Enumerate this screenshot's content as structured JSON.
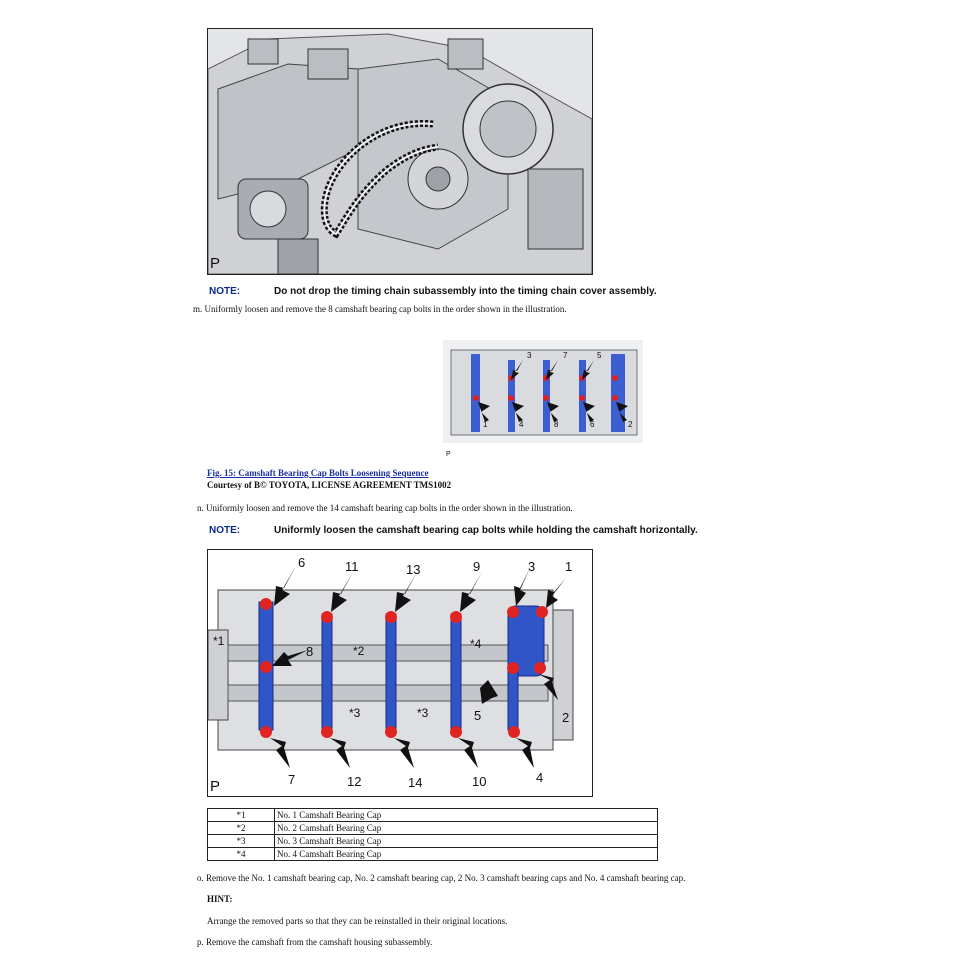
{
  "figure1": {
    "corner_label": "P"
  },
  "note1": {
    "label": "NOTE:",
    "text": "Do not drop the timing chain subassembly into the timing chain cover assembly."
  },
  "step_m": "m. Uniformly loosen and remove the 8 camshaft bearing cap bolts in the order shown in the illustration.",
  "figure2": {
    "corner_label": "P",
    "callouts": [
      "3",
      "7",
      "5",
      "1",
      "4",
      "8",
      "6",
      "2"
    ]
  },
  "caption": {
    "title": "Fig. 15: Camshaft Bearing Cap Bolts Loosening Sequence",
    "credit": "Courtesy of B© TOYOTA, LICENSE AGREEMENT TMS1002"
  },
  "step_n": "n. Uniformly loosen and remove the 14 camshaft bearing cap bolts in the order shown in the illustration.",
  "note2": {
    "label": "NOTE:",
    "text": "Uniformly loosen the camshaft bearing cap bolts while holding the camshaft horizontally."
  },
  "figure3": {
    "corner_label": "P",
    "top_numbers": [
      "6",
      "11",
      "13",
      "9",
      "3",
      "1"
    ],
    "bottom_numbers": [
      "7",
      "12",
      "14",
      "10",
      "4"
    ],
    "side_numbers": [
      "8",
      "5",
      "2"
    ],
    "star_labels": [
      "*1",
      "*2",
      "*3",
      "*3",
      "*4"
    ]
  },
  "legend": [
    {
      "code": "*1",
      "text": "No. 1 Camshaft Bearing Cap"
    },
    {
      "code": "*2",
      "text": "No. 2 Camshaft Bearing Cap"
    },
    {
      "code": "*3",
      "text": "No. 3 Camshaft Bearing Cap"
    },
    {
      "code": "*4",
      "text": "No. 4 Camshaft Bearing Cap"
    }
  ],
  "step_o": "o. Remove the No. 1 camshaft bearing cap, No. 2 camshaft bearing cap, 2 No. 3 camshaft bearing caps and No. 4 camshaft bearing cap.",
  "hint": {
    "label": "HINT:",
    "text": "Arrange the removed parts so that they can be reinstalled in their original locations."
  },
  "step_p": "p. Remove the camshaft from the camshaft housing subassembly."
}
